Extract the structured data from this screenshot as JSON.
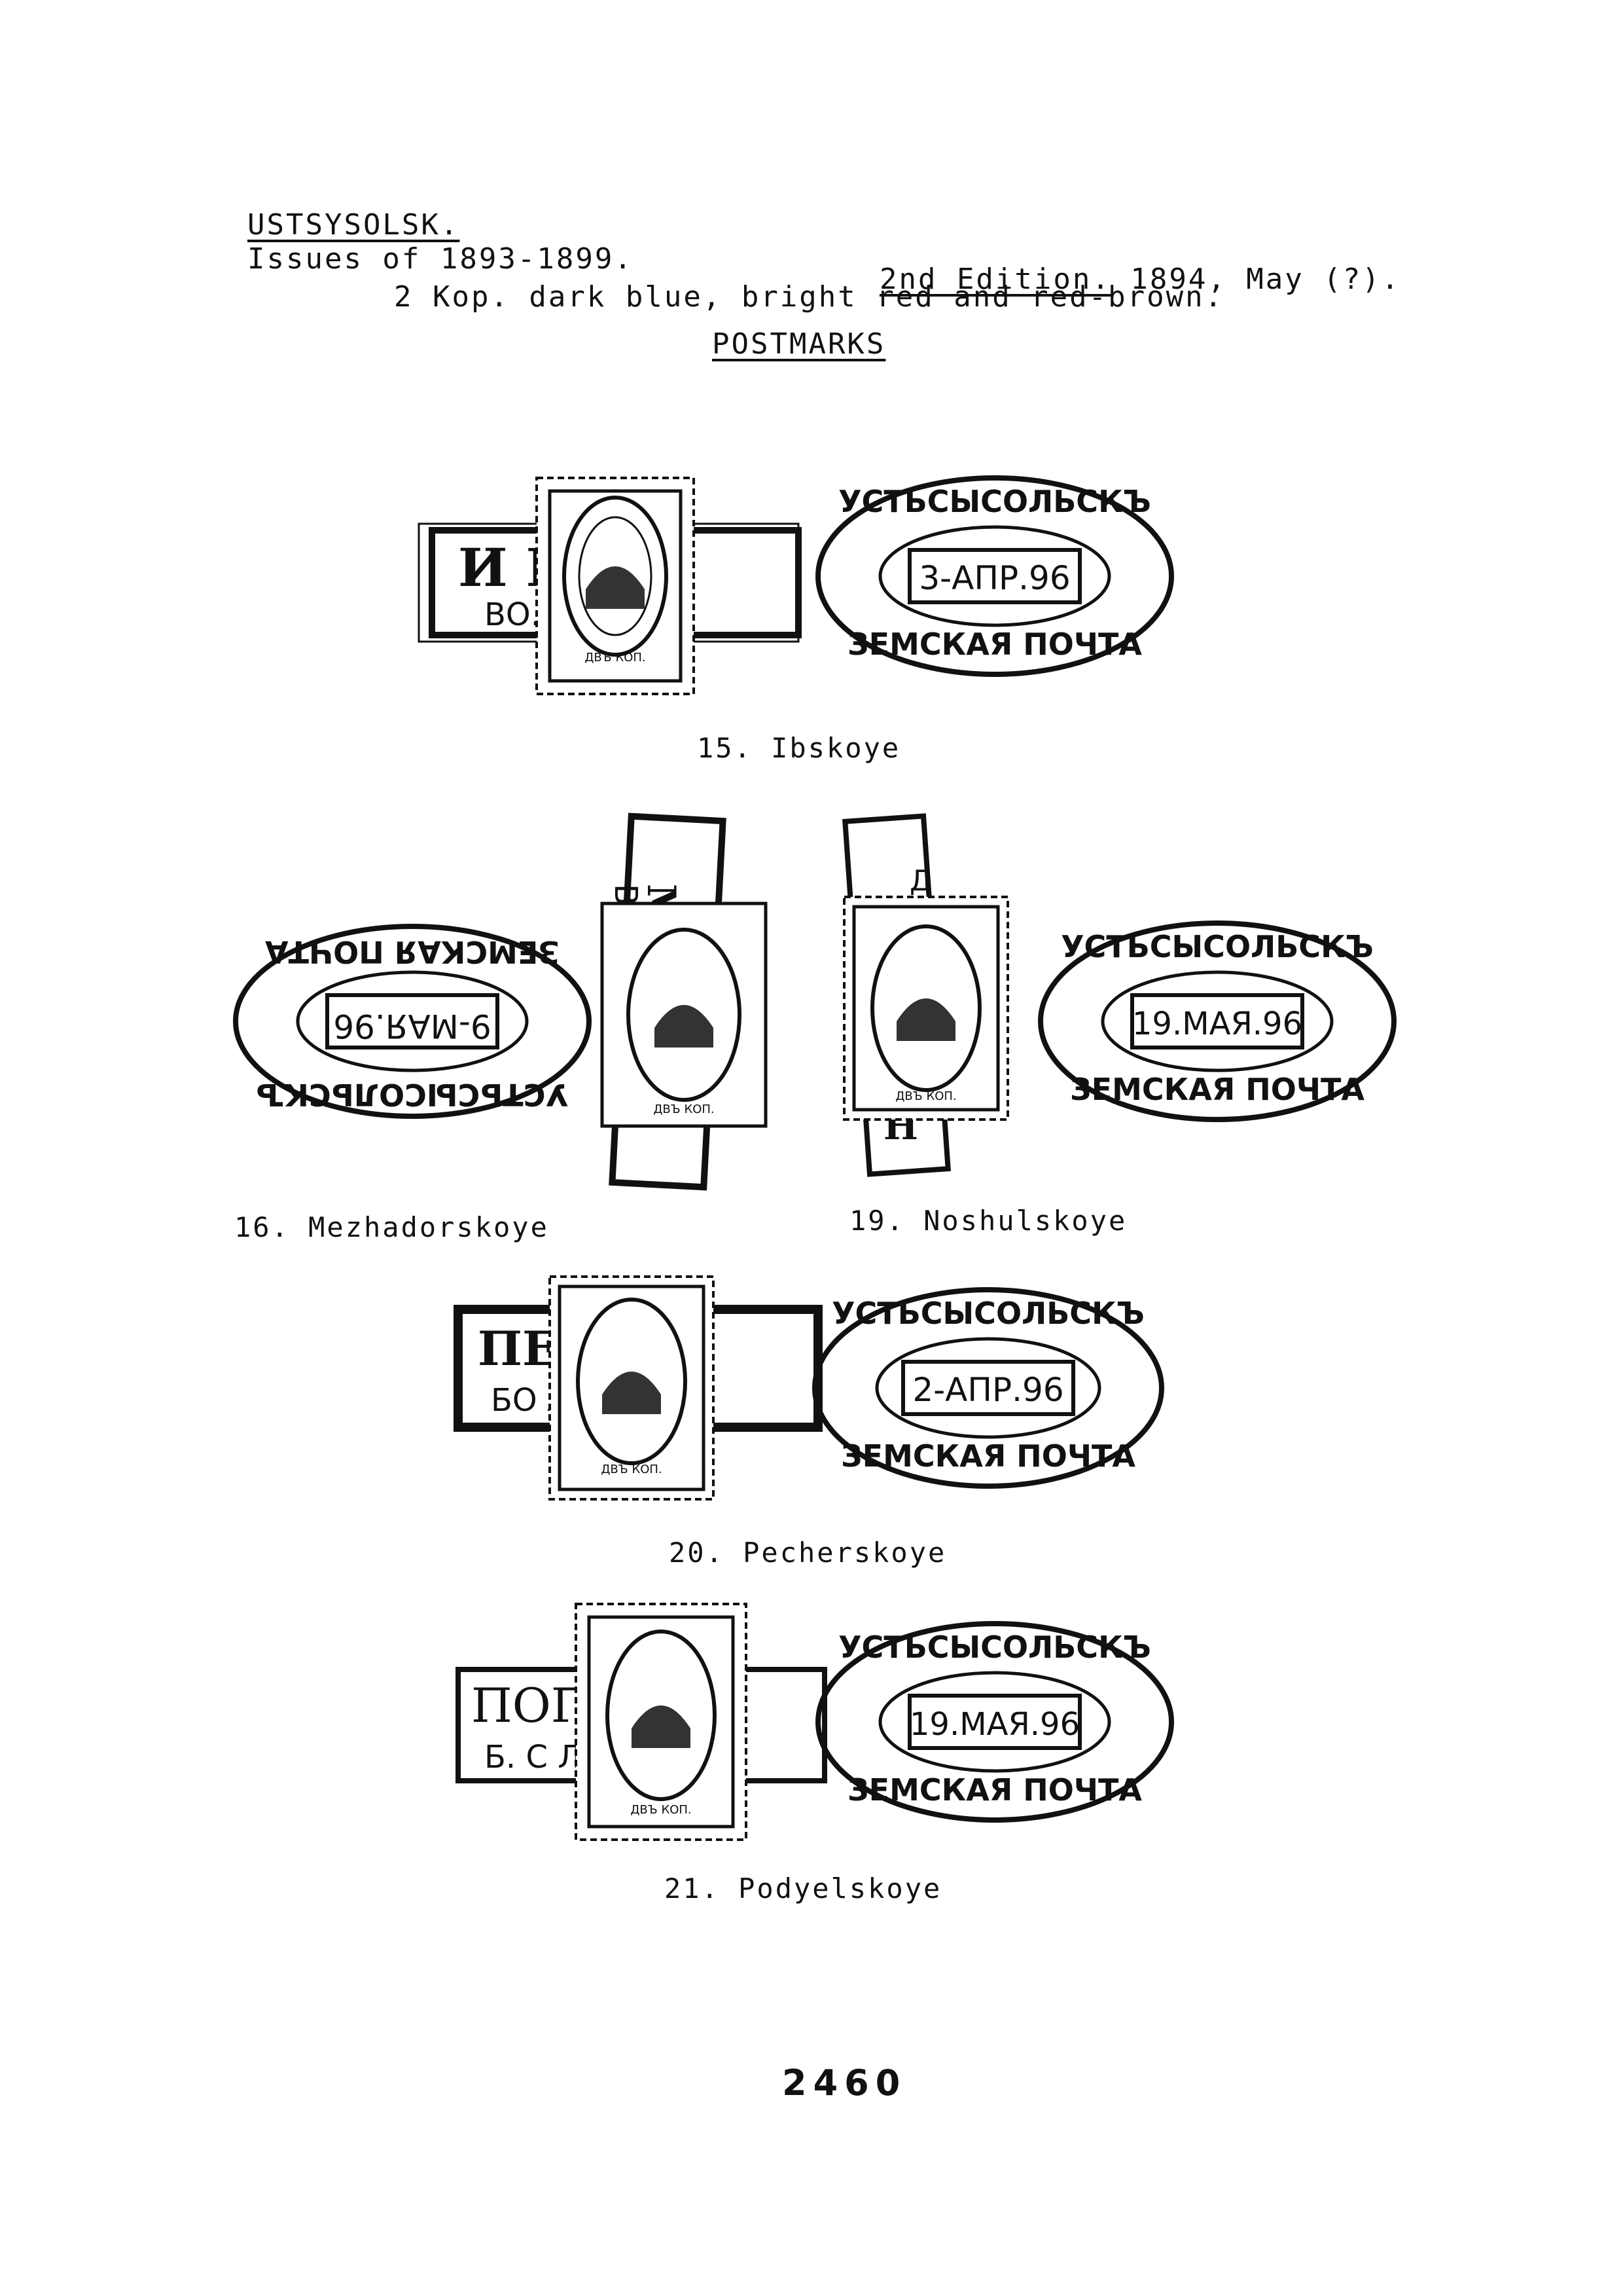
{
  "header": {
    "title": "USTSYSOLSK.",
    "issues": "Issues of 1893-1899.",
    "edition_label": "2nd Edition.",
    "edition_date": " 1894, May (?).",
    "description": "2 Kop. dark blue, bright red and red-brown.",
    "section": "POSTMARKS"
  },
  "groups": [
    {
      "caption": "15. Ibskoye",
      "box_text_top": "И Б      Е",
      "box_text_bottom": "ВО.        ВЛ.",
      "stamp_value": "ДВЪ КОП.",
      "postmark_top": "УСТЬСЫСОЛЬСКЪ",
      "postmark_bottom": "ЗЕМСКАЯ ПОЧТА",
      "postmark_date": "3-АПР.96"
    },
    {
      "caption": "16. Mezhadorskoye",
      "box_text_top": "МЕ",
      "box_text_bottom": "ВО",
      "stamp_value": "ДВЪ КОП.",
      "postmark_top": "ЗЕМСКАЯ ПОЧТА",
      "postmark_bottom": "УСТЬСЫСОЛЬСКЪ",
      "postmark_date": "9-МАЯ.96"
    },
    {
      "caption": "19. Noshulskoye",
      "box_text_top": "Н",
      "box_text_bottom": "Д",
      "stamp_value": "ДВЪ КОП.",
      "postmark_top": "УСТЬСЫСОЛЬСКЪ",
      "postmark_bottom": "ЗЕМСКАЯ ПОЧТА",
      "postmark_date": "19.МАЯ.96"
    },
    {
      "caption": "20. Pecherskoye",
      "box_text_top": "ПЕ       КОЕ",
      "box_text_bottom": "БО       АВЛ.",
      "stamp_value": "ДВЪ КОП.",
      "postmark_top": "УСТЬСЫСОЛЬСКЪ",
      "postmark_bottom": "ЗЕМСКАЯ ПОЧТА",
      "postmark_date": "2-АПР.96"
    },
    {
      "caption": "21. Podyelskoye",
      "box_text_top": "ПОГ        Е",
      "box_text_bottom": "Б. С        Л.",
      "stamp_value": "ДВЪ КОП.",
      "postmark_top": "УСТЬСЫСОЛЬСКЪ",
      "postmark_bottom": "ЗЕМСКАЯ ПОЧТА",
      "postmark_date": "19.МАЯ.96"
    }
  ],
  "page_number": "2460"
}
